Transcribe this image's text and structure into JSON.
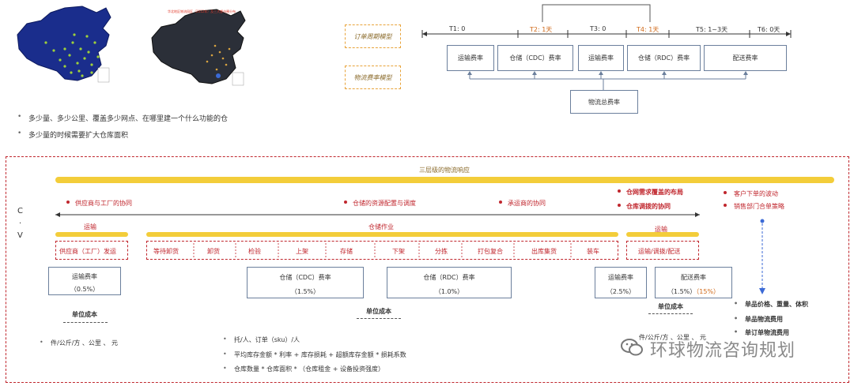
{
  "maps": {
    "map2_caption": "华北地区物流园区（2012年）及三大都市圈分布"
  },
  "models": {
    "order_cycle": "订单周期模型",
    "logistics_cost": "物流费率模型"
  },
  "timeline": [
    {
      "label": "T1: 0",
      "highlight": false
    },
    {
      "label": "T2: 1天",
      "highlight": true
    },
    {
      "label": "T3: 0",
      "highlight": false
    },
    {
      "label": "T4: 1天",
      "highlight": true
    },
    {
      "label": "T5: 1~3天",
      "highlight": false
    },
    {
      "label": "T6: 0天",
      "highlight": false
    }
  ],
  "rate_boxes": [
    "运输费率",
    "仓储（CDC）费率",
    "运输费率",
    "仓储（RDC）费率",
    "配送费率"
  ],
  "total_box": "物流总费率",
  "questions": [
    "多少量、多少公里、覆盖多少网点、在哪里建一个什么功能的仓",
    "多少量的时候需要扩大仓库面积"
  ],
  "response_title": "三层级的物流响应",
  "cv_label": [
    "C",
    "·",
    "V"
  ],
  "left_notes": [
    "供应商与工厂的协同",
    "仓储的资源配置与调度",
    "承运商的协同"
  ],
  "right_red_notes": [
    "仓网需求覆盖的布局",
    "仓库调拨的协同"
  ],
  "right_notes": [
    "客户下单的波动",
    "销售部门合单策略"
  ],
  "transport_label": "运输",
  "warehouse_label": "仓储作业",
  "transport2_label": "运输",
  "supplier_step": "供应商（工厂）发运",
  "warehouse_steps": [
    "等待卸货",
    "卸货",
    "检验",
    "上架",
    "存储",
    "下架",
    "分拣",
    "打包复合",
    "出库集货",
    "装车"
  ],
  "transport_step": "运输/调拨/配送",
  "cost_cards": [
    {
      "title": "运输费率",
      "value": "（0.5%）"
    },
    {
      "title": "仓储（CDC）费率",
      "value": "（1.5%）"
    },
    {
      "title": "仓储（RDC）费率",
      "value": "（1.0%）"
    },
    {
      "title": "运输费率",
      "value": "（2.5%）"
    },
    {
      "title": "配送费率",
      "value": "（1.5%）",
      "extra": "（15%）"
    }
  ],
  "unit_cost_label": "单位成本",
  "unit_left": "件/公斤/方 、公里 、 元",
  "unit_mid": [
    "托/人、订单（sku）/人",
    "平均库存金额 * 利率 + 库存损耗 + 超额库存金额 * 损耗系数",
    "仓库数量 * 仓库面积 * （仓库租金 + 设备投资强度）"
  ],
  "unit_right": "件/公斤/方 、公里 、 元",
  "order_factors": [
    "单品价格、重量、体积",
    "单品物流费用",
    "单订单物流费用"
  ],
  "watermark": "环球物流咨询规划"
}
